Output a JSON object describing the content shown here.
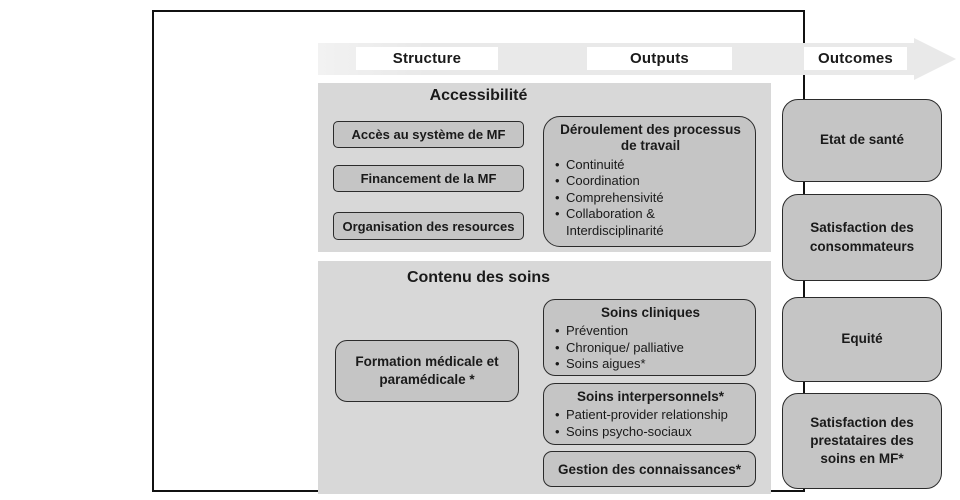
{
  "figure": {
    "stages": [
      "Structure",
      "Outputs",
      "Outcomes"
    ],
    "sections": {
      "accessibilite": {
        "title": "Accessibilité",
        "boxes": [
          "Accès au système de MF",
          "Financement de la MF",
          "Organisation des resources"
        ],
        "process": {
          "title": "Déroulement des processus de travail",
          "bullets": [
            "Continuité",
            "Coordination",
            "Comprehensivité",
            "Collaboration & Interdisciplinarité"
          ]
        }
      },
      "contenu": {
        "title": "Contenu des soins",
        "formation": "Formation médicale et paramédicale *",
        "cliniques": {
          "title": "Soins cliniques",
          "bullets": [
            "Prévention",
            "Chronique/ palliative",
            "Soins aigues*"
          ]
        },
        "interpersonnels": {
          "title": "Soins interpersonnels*",
          "bullets": [
            "Patient-provider relationship",
            "Soins psycho-sociaux"
          ]
        },
        "gestion": "Gestion des connaissances*"
      },
      "outcomes": [
        "Etat de santé",
        "Satisfaction des consommateurs",
        "Equité",
        "Satisfaction des prestataires des soins en MF*"
      ]
    },
    "colors": {
      "panel_bg": "#d8d8d8",
      "box_bg": "#c5c5c5",
      "box_border": "#2b2b2b",
      "arrow_band": "#e9e9e9",
      "label_bg": "#ffffff",
      "frame_border": "#111111",
      "text": "#1a1a1a"
    }
  }
}
